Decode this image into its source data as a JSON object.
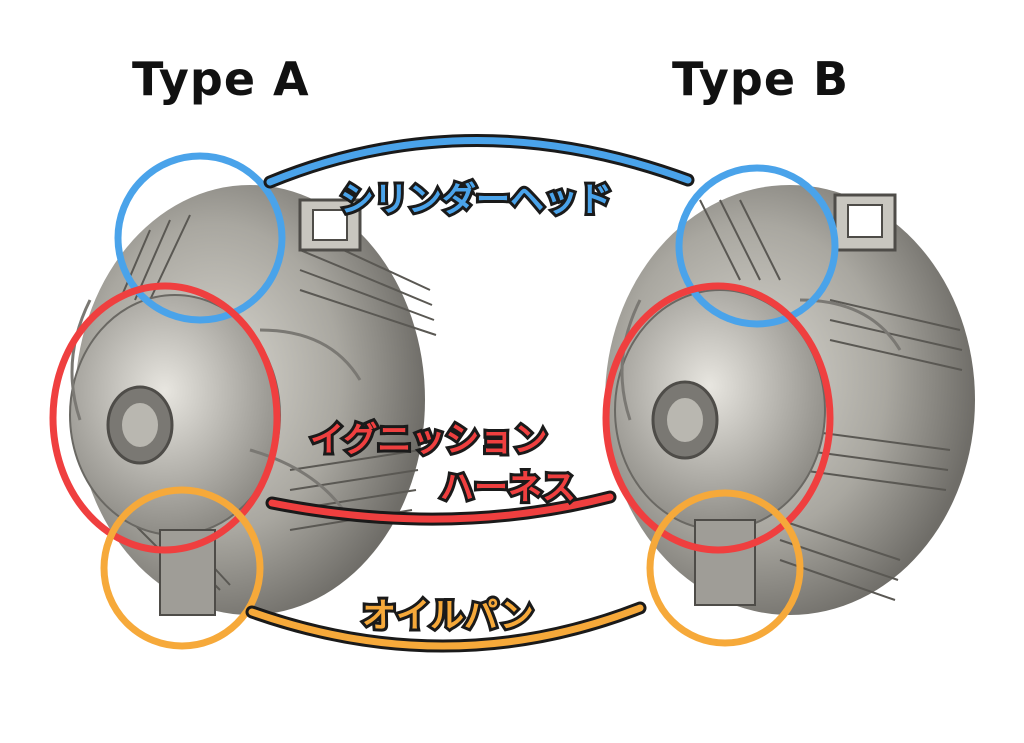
{
  "titles": {
    "left": "Type A",
    "right": "Type B"
  },
  "labels": {
    "cylinder_head": "シリンダーヘッド",
    "ignition_line1": "イグニッション",
    "ignition_line2": "ハーネス",
    "oil_pan": "オイルパン"
  },
  "colors": {
    "cylinder_head": "#4aa3ea",
    "ignition": "#ef3f3f",
    "oil_pan": "#f6a93a",
    "engine_metal": "#b9b7b0"
  },
  "icons": [
    "radial-engine-type-a-image",
    "radial-engine-type-b-image"
  ]
}
